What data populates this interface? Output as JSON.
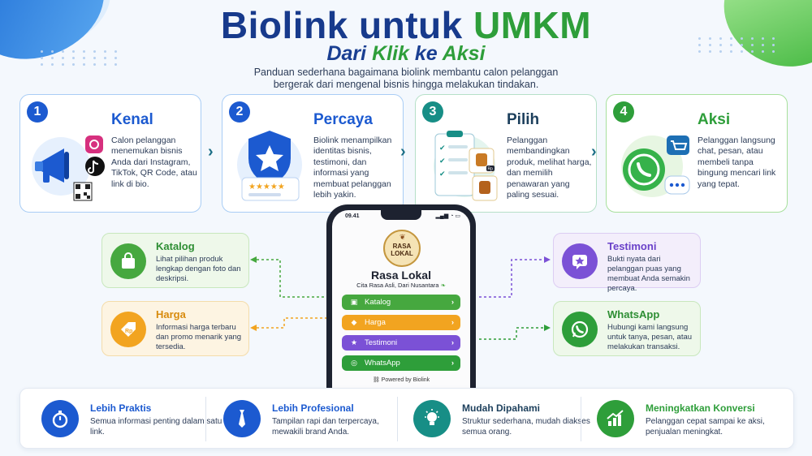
{
  "header": {
    "title_main": "Biolink untuk",
    "title_accent": "UMKM",
    "subtitle_a": "Dari",
    "subtitle_b": "Klik",
    "subtitle_c": "ke",
    "subtitle_d": "Aksi",
    "description": "Panduan sederhana bagaimana biolink membantu calon pelanggan bergerak dari mengenal bisnis hingga melakukan tindakan."
  },
  "steps": [
    {
      "number": "1",
      "name": "Kenal",
      "text": "Calon pelanggan menemukan bisnis Anda dari Instagram, TikTok, QR Code, atau link di bio."
    },
    {
      "number": "2",
      "name": "Percaya",
      "text": "Biolink menampilkan identitas bisnis, testimoni, dan informasi yang membuat pelanggan lebih yakin."
    },
    {
      "number": "3",
      "name": "Pilih",
      "text": "Pelanggan membandingkan produk, melihat harga, dan memilih penawaran yang paling sesuai."
    },
    {
      "number": "4",
      "name": "Aksi",
      "text": "Pelanggan langsung chat, pesan, atau membeli tanpa bingung mencari link yang tepat."
    }
  ],
  "features": {
    "katalog": {
      "name": "Katalog",
      "text": "Lihat pilihan produk lengkap dengan foto dan deskripsi."
    },
    "harga": {
      "name": "Harga",
      "text": "Informasi harga terbaru dan promo menarik yang tersedia."
    },
    "testimoni": {
      "name": "Testimoni",
      "text": "Bukti nyata dari pelanggan puas yang membuat Anda semakin percaya."
    },
    "whatsapp": {
      "name": "WhatsApp",
      "text": "Hubungi kami langsung untuk tanya, pesan, atau melakukan transaksi."
    }
  },
  "phone": {
    "time": "09.41",
    "logo_line1": "RASA",
    "logo_line2": "LOKAL",
    "brand": "Rasa Lokal",
    "tagline": "Cita Rasa Asli, Dari Nusantara",
    "buttons": [
      {
        "label": "Katalog"
      },
      {
        "label": "Harga"
      },
      {
        "label": "Testimoni"
      },
      {
        "label": "WhatsApp"
      }
    ],
    "powered": "Powered by Biolink"
  },
  "step_badges": {
    "price_tag": "Rp"
  },
  "benefits": [
    {
      "name": "Lebih Praktis",
      "text": "Semua informasi penting dalam satu link."
    },
    {
      "name": "Lebih Profesional",
      "text": "Tampilan rapi dan terpercaya, mewakili brand Anda."
    },
    {
      "name": "Mudah Dipahami",
      "text": "Struktur sederhana, mudah diakses semua orang."
    },
    {
      "name": "Meningkatkan Konversi",
      "text": "Pelanggan cepat sampai ke aksi, penjualan meningkat."
    }
  ],
  "colors": {
    "primary_blue": "#1c5ad0",
    "navy": "#173a8c",
    "green": "#2e9e3a",
    "orange": "#f2a420",
    "purple": "#7b51d6",
    "teal": "#178e86"
  }
}
